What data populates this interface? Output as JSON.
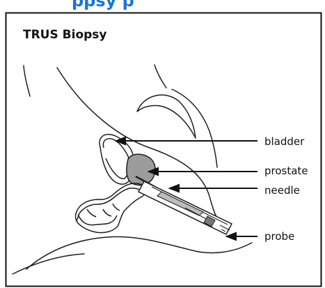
{
  "header": {
    "partial_text": "ppsy p",
    "color": "#1a73d9"
  },
  "diagram": {
    "title": "TRUS Biopsy",
    "labels": {
      "bladder": "bladder",
      "prostate": "prostate",
      "needle": "needle",
      "probe": "probe"
    }
  },
  "colors": {
    "line": "#1d1d1d",
    "frame": "#111111",
    "prostate_fill": "#8d8d8d",
    "background": "#ffffff"
  }
}
